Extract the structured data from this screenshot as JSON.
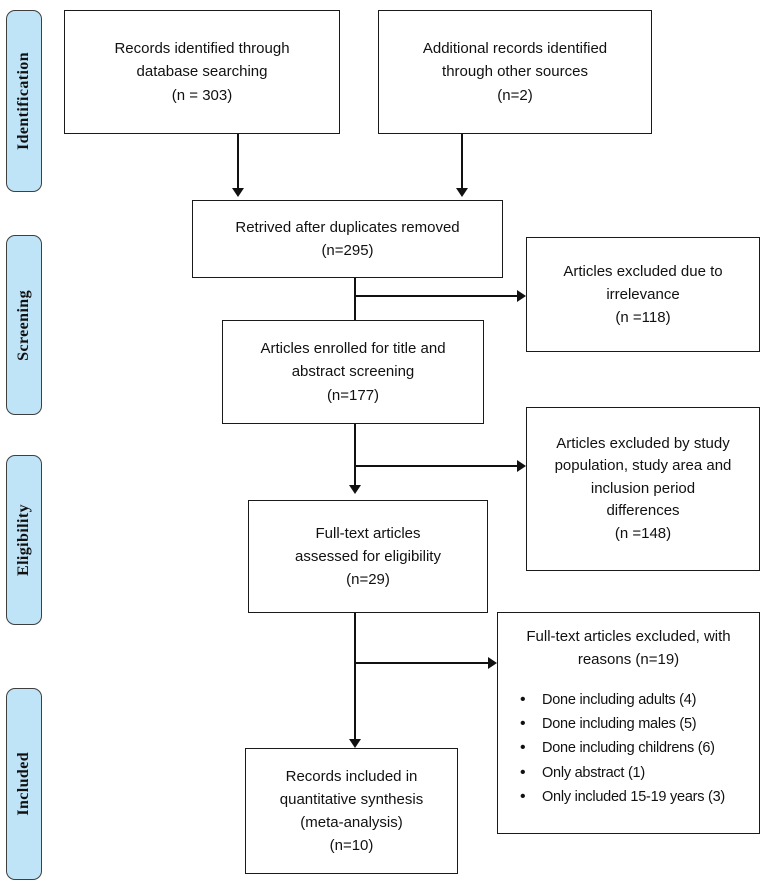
{
  "diagram": {
    "title": "PRISMA study selection flow diagram",
    "accent_color": "#bfe4f8",
    "line_color": "#111111",
    "box_border_color": "#1a1a1a",
    "background_color": "#ffffff"
  },
  "stages": [
    {
      "id": "identification",
      "label": "Identification"
    },
    {
      "id": "screening",
      "label": "Screening"
    },
    {
      "id": "eligibility",
      "label": "Eligibility"
    },
    {
      "id": "included",
      "label": "Included"
    }
  ],
  "boxes": {
    "database_records": {
      "line1": "Records identified through",
      "line2": "database searching",
      "line3": "(n = 303)"
    },
    "other_records": {
      "line1": "Additional records identified",
      "line2": "through other sources",
      "line3": "(n=2)"
    },
    "duplicates_removed": {
      "line1": "Retrived after duplicates removed",
      "line2": "(n=295)"
    },
    "excluded_irrelevance": {
      "line1": "Articles excluded due to",
      "line2": "irrelevance",
      "line3": "(n =118)"
    },
    "title_abstract_screening": {
      "line1": "Articles enrolled for title and",
      "line2": "abstract screening",
      "line3": "(n=177)"
    },
    "excluded_study_criteria": {
      "line1": "Articles excluded by study",
      "line2": "population, study area and",
      "line3": "inclusion period",
      "line4": "differences",
      "line5": "(n =148)"
    },
    "fulltext_assessed": {
      "line1": "Full-text articles",
      "line2": "assessed for eligibility",
      "line3": "(n=29)"
    },
    "fulltext_excluded": {
      "head_line1": "Full-text articles excluded, with",
      "head_line2": "reasons (n=19)",
      "reasons": [
        "Done including adults (4)",
        "Done including males (5)",
        "Done including childrens (6)",
        "Only abstract (1)",
        "Only included 15-19 years (3)"
      ]
    },
    "included_synthesis": {
      "line1": "Records included in",
      "line2": "quantitative synthesis",
      "line3": "(meta-analysis)",
      "line4": "(n=10)"
    }
  },
  "chart_data": {
    "type": "diagram",
    "title": "PRISMA flow diagram",
    "nodes": [
      {
        "id": "database_records",
        "stage": "Identification",
        "label": "Records identified through database searching",
        "n": 303
      },
      {
        "id": "other_records",
        "stage": "Identification",
        "label": "Additional records identified through other sources",
        "n": 2
      },
      {
        "id": "duplicates_removed",
        "stage": "Screening",
        "label": "Retrived after duplicates removed",
        "n": 295
      },
      {
        "id": "excluded_irrelevance",
        "stage": "Screening",
        "label": "Articles excluded due to irrelevance",
        "n": 118
      },
      {
        "id": "title_abstract_screening",
        "stage": "Screening",
        "label": "Articles enrolled for title and abstract screening",
        "n": 177
      },
      {
        "id": "excluded_study_criteria",
        "stage": "Eligibility",
        "label": "Articles excluded by study population, study area and inclusion period differences",
        "n": 148
      },
      {
        "id": "fulltext_assessed",
        "stage": "Eligibility",
        "label": "Full-text articles assessed for eligibility",
        "n": 29
      },
      {
        "id": "fulltext_excluded",
        "stage": "Included",
        "label": "Full-text articles excluded, with reasons",
        "n": 19
      },
      {
        "id": "included_synthesis",
        "stage": "Included",
        "label": "Records included in quantitative synthesis (meta-analysis)",
        "n": 10
      }
    ],
    "edges": [
      {
        "from": "database_records",
        "to": "duplicates_removed"
      },
      {
        "from": "other_records",
        "to": "duplicates_removed"
      },
      {
        "from": "duplicates_removed",
        "to": "excluded_irrelevance"
      },
      {
        "from": "duplicates_removed",
        "to": "title_abstract_screening"
      },
      {
        "from": "title_abstract_screening",
        "to": "excluded_study_criteria"
      },
      {
        "from": "title_abstract_screening",
        "to": "fulltext_assessed"
      },
      {
        "from": "fulltext_assessed",
        "to": "fulltext_excluded"
      },
      {
        "from": "fulltext_assessed",
        "to": "included_synthesis"
      }
    ],
    "exclusion_reasons": [
      {
        "reason": "Done including adults",
        "n": 4
      },
      {
        "reason": "Done including males",
        "n": 5
      },
      {
        "reason": "Done including childrens",
        "n": 6
      },
      {
        "reason": "Only abstract",
        "n": 1
      },
      {
        "reason": "Only included 15-19 years",
        "n": 3
      }
    ]
  }
}
